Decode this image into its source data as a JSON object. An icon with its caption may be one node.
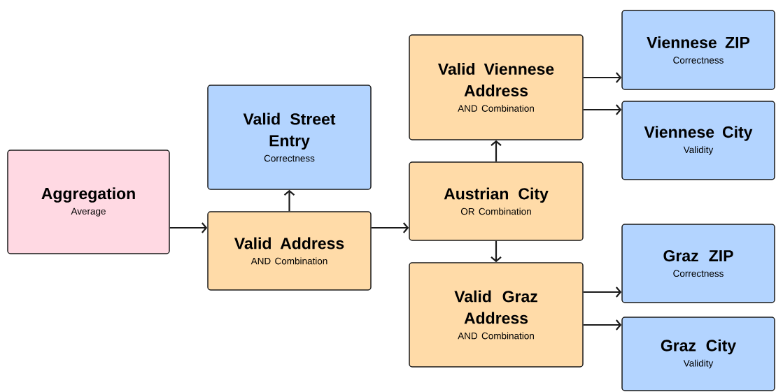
{
  "diagram": {
    "nodes": [
      {
        "text": [
          "Aggregation",
          "Average"
        ]
      },
      {
        "text": [
          "Valid Street Entry",
          "Correctness"
        ]
      },
      {
        "text": [
          "Valid Address",
          "AND Combination"
        ]
      },
      {
        "text": [
          "Valid Viennese Address",
          "AND Combination"
        ]
      },
      {
        "text": [
          "Austrian City",
          "OR Combination"
        ]
      },
      {
        "text": [
          "Valid Graz Address",
          "AND Combination"
        ]
      },
      {
        "text": [
          "Viennese ZIP",
          "Correctness"
        ]
      },
      {
        "text": [
          "Viennese City",
          "Validity"
        ]
      },
      {
        "text": [
          "Graz ZIP",
          "Correctness"
        ]
      },
      {
        "text": [
          "Graz City",
          "Validity"
        ]
      }
    ],
    "edges": [
      {
        "from": 0,
        "to": 2,
        "arrow": "to"
      },
      {
        "from": 2,
        "to": 1,
        "arrow": "to"
      },
      {
        "from": 2,
        "to": 4,
        "arrow": "to"
      },
      {
        "from": 4,
        "to": 3,
        "arrow": "to"
      },
      {
        "from": 4,
        "to": 5,
        "arrow": "to"
      },
      {
        "from": 3,
        "to": 6,
        "arrow": "to"
      },
      {
        "from": 3,
        "to": 7,
        "arrow": "to"
      },
      {
        "from": 5,
        "to": 8,
        "arrow": "to"
      },
      {
        "from": 5,
        "to": 9,
        "arrow": "to"
      }
    ]
  }
}
